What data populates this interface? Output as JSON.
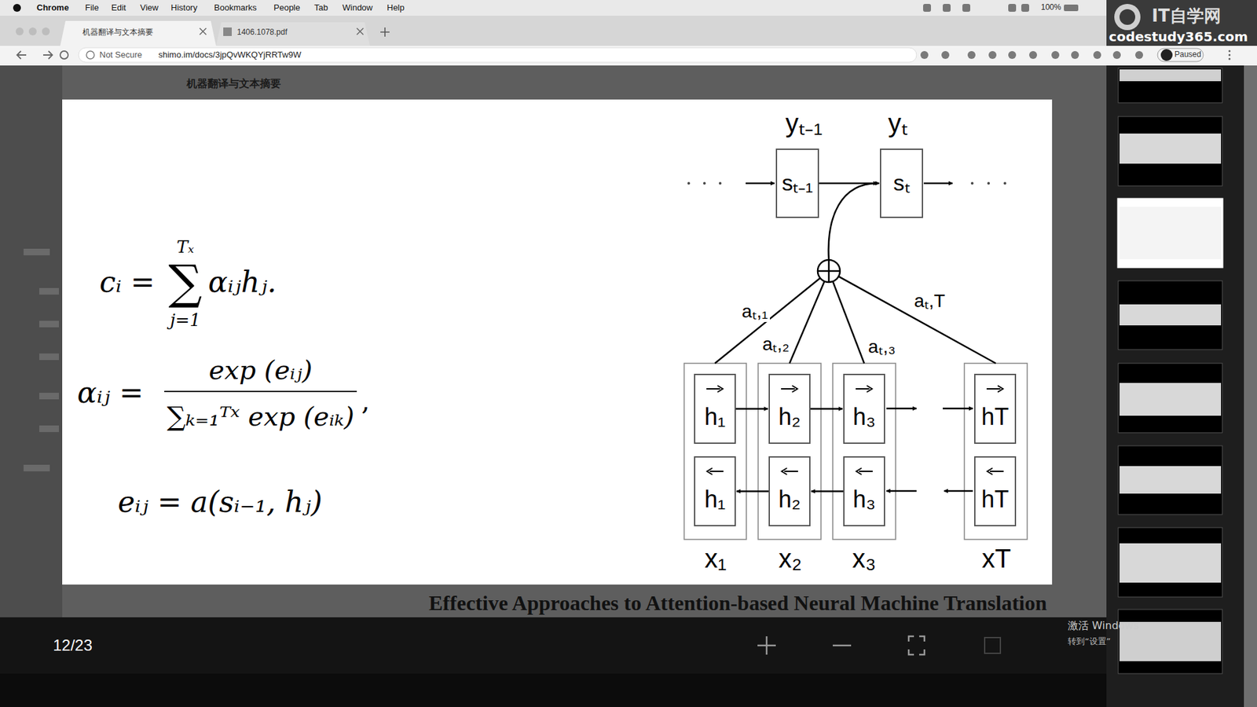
{
  "diagram": {
    "nodes": [
      {
        "text": [
          "sₜ₋₁"
        ]
      },
      {
        "text": [
          "sₜ"
        ]
      },
      {
        "text": [
          "h₁"
        ]
      },
      {
        "text": [
          "h₁"
        ]
      },
      {
        "text": [
          "h₂"
        ]
      },
      {
        "text": [
          "h₂"
        ]
      },
      {
        "text": [
          "h₃"
        ]
      },
      {
        "text": [
          "h₃"
        ]
      },
      {
        "text": [
          "hT"
        ]
      },
      {
        "text": [
          "hT"
        ]
      }
    ],
    "edges": [
      {
        "from": 0,
        "to": 1,
        "arrow": "to"
      },
      {
        "from": 2,
        "to": 4,
        "arrow": "to"
      },
      {
        "from": 4,
        "to": 6,
        "arrow": "to"
      },
      {
        "from": 5,
        "to": 3,
        "arrow": "to"
      },
      {
        "from": 7,
        "to": 5,
        "arrow": "to"
      }
    ],
    "labels": [
      "Chrome",
      "File",
      "Edit",
      "View",
      "History",
      "Bookmarks",
      "People",
      "Tab",
      "Window",
      "Help",
      "100%",
      "机器翻译与文本摘要",
      "1406.1078.pdf",
      "Not Secure",
      "shimo.im/docs/3jpQvWKQYjRRTw9W",
      "Paused",
      "IT自学网",
      "codestudy365.com",
      "机器翻译与文本摘要",
      "yₜ₋₁",
      "yₜ",
      "aₜ,₁",
      "aₜ,₂",
      "aₜ,₃",
      "aₜ,T",
      "x₁",
      "x₂",
      "x₃",
      "xT",
      "Tₓ",
      "cᵢ =",
      "∑",
      "αᵢⱼhⱼ.",
      "j=1",
      "αᵢⱼ =",
      "exp (eᵢⱼ)",
      "∑ₖ₌₁ᵀˣ exp (eᵢₖ)",
      ",",
      "eᵢⱼ = a(sᵢ₋₁, hⱼ)",
      "Effective Approaches to Attention-based Neural Machine Translation",
      "12/23",
      "激活 Windows",
      "转到“设置”"
    ]
  }
}
